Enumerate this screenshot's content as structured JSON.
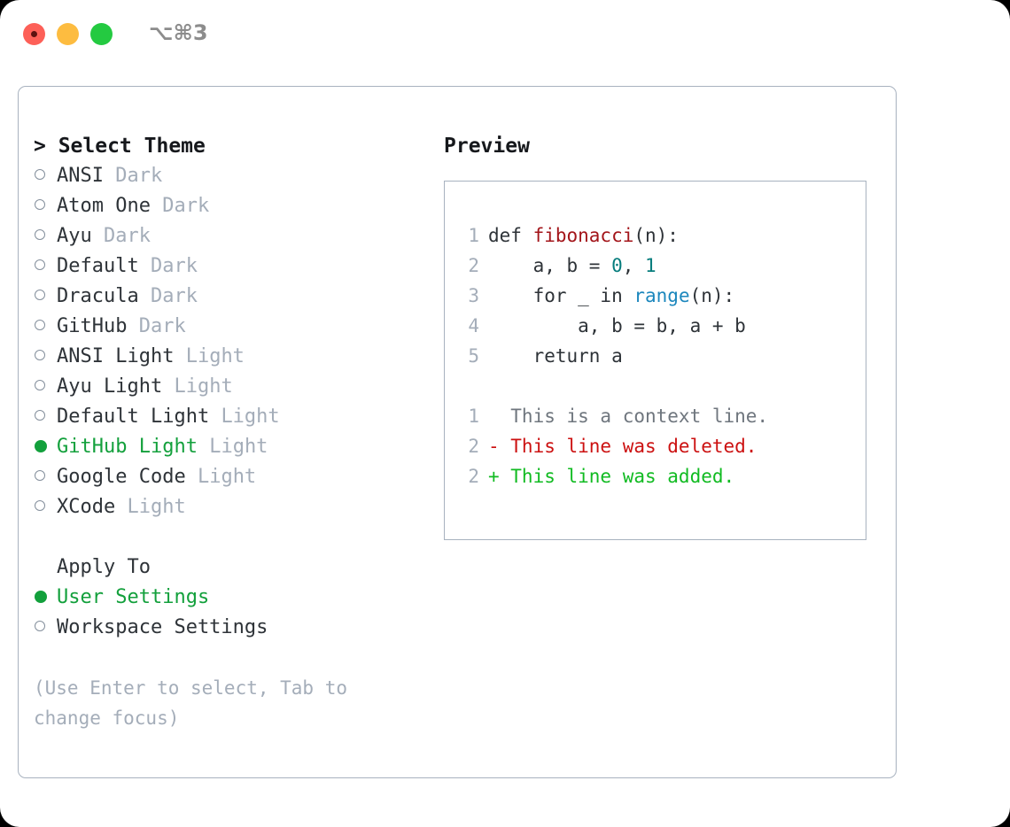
{
  "titlebar": {
    "shortcut": "⌥⌘3",
    "buttons": [
      "close",
      "minimize",
      "maximize"
    ]
  },
  "left": {
    "header": "> Select Theme",
    "themes": [
      {
        "marker": "ring",
        "name": "ANSI",
        "tag": "Dark",
        "selected": false
      },
      {
        "marker": "ring",
        "name": "Atom One",
        "tag": "Dark",
        "selected": false
      },
      {
        "marker": "ring",
        "name": "Ayu",
        "tag": "Dark",
        "selected": false
      },
      {
        "marker": "ring",
        "name": "Default",
        "tag": "Dark",
        "selected": false
      },
      {
        "marker": "ring",
        "name": "Dracula",
        "tag": "Dark",
        "selected": false
      },
      {
        "marker": "ring",
        "name": "GitHub",
        "tag": "Dark",
        "selected": false
      },
      {
        "marker": "ring",
        "name": "ANSI Light",
        "tag": "Light",
        "selected": false
      },
      {
        "marker": "ring",
        "name": "Ayu Light",
        "tag": "Light",
        "selected": false
      },
      {
        "marker": "ring",
        "name": "Default Light",
        "tag": "Light",
        "selected": false
      },
      {
        "marker": "fill",
        "name": "GitHub Light",
        "tag": "Light",
        "selected": true
      },
      {
        "marker": "ring",
        "name": "Google Code",
        "tag": "Light",
        "selected": false
      },
      {
        "marker": "ring",
        "name": "XCode",
        "tag": "Light",
        "selected": false
      }
    ],
    "apply_to_header": "Apply To",
    "apply_to": [
      {
        "marker": "fill",
        "name": "User Settings",
        "selected": true
      },
      {
        "marker": "ring",
        "name": "Workspace Settings",
        "selected": false
      }
    ],
    "hint": "(Use Enter to select, Tab to change focus)"
  },
  "right": {
    "title": "Preview",
    "code": [
      {
        "n": "1",
        "parts": [
          {
            "t": "def ",
            "c": "plain"
          },
          {
            "t": "fibonacci",
            "c": "fn"
          },
          {
            "t": "(n):",
            "c": "plain"
          }
        ]
      },
      {
        "n": "2",
        "parts": [
          {
            "t": "    a, b = ",
            "c": "plain"
          },
          {
            "t": "0",
            "c": "num"
          },
          {
            "t": ", ",
            "c": "plain"
          },
          {
            "t": "1",
            "c": "num"
          }
        ]
      },
      {
        "n": "3",
        "parts": [
          {
            "t": "    for _ in ",
            "c": "plain"
          },
          {
            "t": "range",
            "c": "call"
          },
          {
            "t": "(n):",
            "c": "plain"
          }
        ]
      },
      {
        "n": "4",
        "parts": [
          {
            "t": "        a, b = b, a + b",
            "c": "plain"
          }
        ]
      },
      {
        "n": "5",
        "parts": [
          {
            "t": "    return a",
            "c": "plain"
          }
        ]
      }
    ],
    "diff": [
      {
        "n": "1",
        "text": "  This is a context line.",
        "kind": "ctx"
      },
      {
        "n": "2",
        "text": "- This line was deleted.",
        "kind": "del"
      },
      {
        "n": "2",
        "text": "+ This line was added.",
        "kind": "add"
      }
    ]
  },
  "colors": {
    "selected_green": "#13a03c",
    "muted": "#a4adb9",
    "text": "#2e3338",
    "border": "#a8b2bf",
    "fn_red": "#a3151a",
    "num_teal": "#077d7d",
    "call_blue": "#1c87bd",
    "diff_del": "#cc1111",
    "diff_add": "#11bb22"
  }
}
